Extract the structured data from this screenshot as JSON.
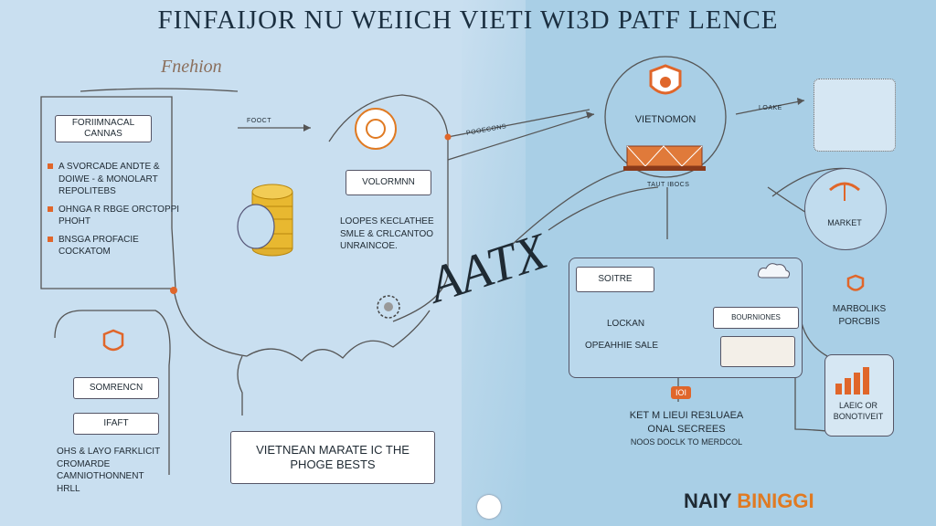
{
  "title": "FINFAIJOR NU WEIICH VIETI WI3D PATF LENCE",
  "script_label": "Fnehion",
  "left": {
    "box_top": "FORIIMNACAL CANNAS",
    "bullets": [
      "A SVORCADE ANDTE & DOIWE - & MONOLART REPOLITEBS",
      "OHNGA R RBGE ORCTOPPI PHOHT",
      "BNSGA PROFACIE COCKATOM"
    ],
    "arrow_label": "FOOCT",
    "mid_box": "VOLORMNN",
    "mid_text": "LOOPES KECLATHEE SMLE & CRLCANTOO UNRAINCOE.",
    "small_icon_label": "",
    "lower_box1": "SOMRENCN",
    "lower_box2": "IFAFT",
    "lower_text": "OHS & LAYO FARKLICIT CROMARDE CAMNIOTHONNENT HRLL",
    "bottom_box": "VIETNEAN MARATE IC THE PHOGE BESTS"
  },
  "center": {
    "arrow_label": "POOECONS",
    "overlay": "AATX"
  },
  "right": {
    "top_label": "VIETNOMON",
    "top_sub": "TAUT IBOCS",
    "link_label": "LOAKE",
    "panel_title": "SOITRE",
    "panel_line1": "LOCKAN",
    "panel_line2": "OPEAHHIE SALE",
    "panel_box": "BOURNIONES",
    "badge": "IOI",
    "bottom_text": [
      "KET M LIEUI RE3LUAEA",
      "ONAL SECREES",
      "NOOS DOCLK TO MERDCOL"
    ],
    "side_market": "MARKET",
    "side_block": "MARBOLIKS PORCBIS",
    "side_chart": "LAEIC OR BONOTIVEIT",
    "brand_a": "NAIY",
    "brand_b": "BINIGGI"
  },
  "colors": {
    "accent": "#e0662a",
    "left_bg": "#c9dff0",
    "right_bg": "#a9cfe6",
    "ink": "#1f2a33"
  }
}
